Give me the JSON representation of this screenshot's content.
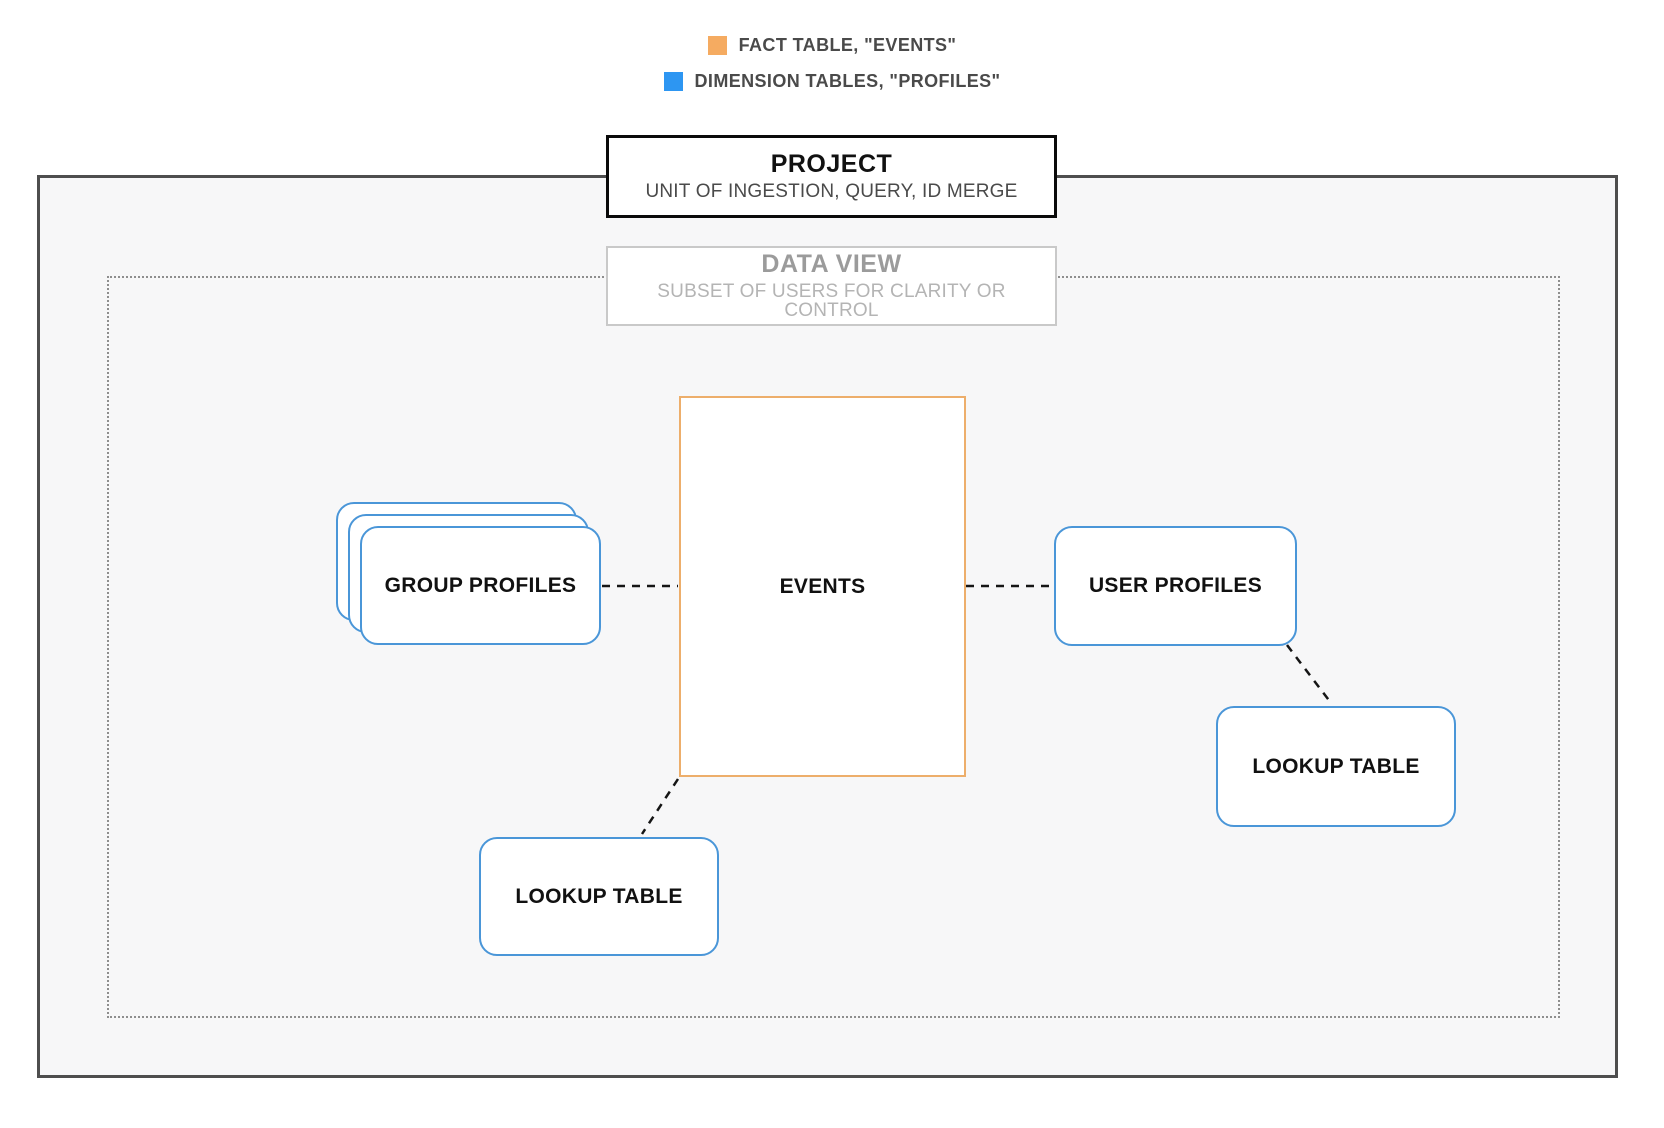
{
  "diagram": {
    "legend": [
      {
        "label": "FACT TABLE, \"EVENTS\"",
        "color": "#f5ab61"
      },
      {
        "label": "DIMENSION TABLES, \"PROFILES\"",
        "color": "#2d96f2"
      }
    ],
    "project": {
      "title": "PROJECT",
      "subtitle": "UNIT OF INGESTION, QUERY, ID MERGE"
    },
    "data_view": {
      "title": "DATA VIEW",
      "subtitle": "SUBSET OF USERS FOR CLARITY OR CONTROL"
    },
    "nodes": {
      "events": {
        "label": "EVENTS",
        "role": "fact table"
      },
      "group_profiles": {
        "label": "GROUP PROFILES",
        "role": "dimension table"
      },
      "user_profiles": {
        "label": "USER PROFILES",
        "role": "dimension table"
      },
      "lookup_table_bottom": {
        "label": "LOOKUP TABLE",
        "role": "dimension table"
      },
      "lookup_table_right": {
        "label": "LOOKUP TABLE",
        "role": "dimension table"
      }
    },
    "connections": [
      {
        "from": "group_profiles",
        "to": "events"
      },
      {
        "from": "events",
        "to": "user_profiles"
      },
      {
        "from": "user_profiles",
        "to": "lookup_table_right"
      },
      {
        "from": "events",
        "to": "lookup_table_bottom"
      }
    ],
    "colors": {
      "fact_swatch": "#f5ab61",
      "dimension_swatch": "#2d96f2",
      "fact_border": "#edae6b",
      "dimension_border": "#4a96d8",
      "project_border": "#0a0a0a",
      "boundary_border": "#4e4e4e",
      "dataview_border": "#c9c9c9",
      "connector": "#151515"
    }
  }
}
